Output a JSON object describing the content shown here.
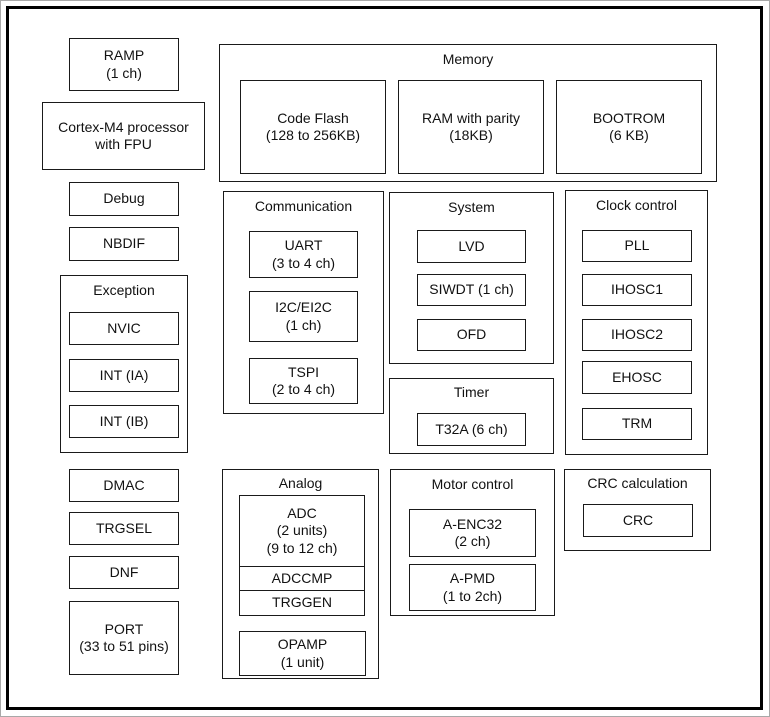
{
  "blocks": {
    "ramp": "RAMP\n(1 ch)",
    "cortex": "Cortex-M4 processor\nwith FPU",
    "debug": "Debug",
    "nbdif": "NBDIF",
    "dmac": "DMAC",
    "trgsel": "TRGSEL",
    "dnf": "DNF",
    "port": "PORT\n(33 to 51 pins)"
  },
  "groups": {
    "exception": {
      "title": "Exception",
      "items": [
        "NVIC",
        "INT (IA)",
        "INT (IB)"
      ]
    },
    "memory": {
      "title": "Memory",
      "items": [
        "Code Flash\n(128 to 256KB)",
        "RAM with parity\n(18KB)",
        "BOOTROM\n(6 KB)"
      ]
    },
    "communication": {
      "title": "Communication",
      "items": [
        "UART\n(3 to 4 ch)",
        "I2C/EI2C\n(1 ch)",
        "TSPI\n(2 to 4 ch)"
      ]
    },
    "system": {
      "title": "System",
      "items": [
        "LVD",
        "SIWDT (1 ch)",
        "OFD"
      ]
    },
    "timer": {
      "title": "Timer",
      "items": [
        "T32A (6 ch)"
      ]
    },
    "clock_control": {
      "title": "Clock control",
      "items": [
        "PLL",
        "IHOSC1",
        "IHOSC2",
        "EHOSC",
        "TRM"
      ]
    },
    "analog": {
      "title": "Analog",
      "adc": "ADC\n(2 units)\n(9 to 12 ch)",
      "adccmp": "ADCCMP",
      "trggen": "TRGGEN",
      "opamp": "OPAMP\n(1 unit)"
    },
    "motor_control": {
      "title": "Motor control",
      "items": [
        "A-ENC32\n(2 ch)",
        "A-PMD\n(1 to 2ch)"
      ]
    },
    "crc_calculation": {
      "title": "CRC calculation",
      "items": [
        "CRC"
      ]
    }
  }
}
